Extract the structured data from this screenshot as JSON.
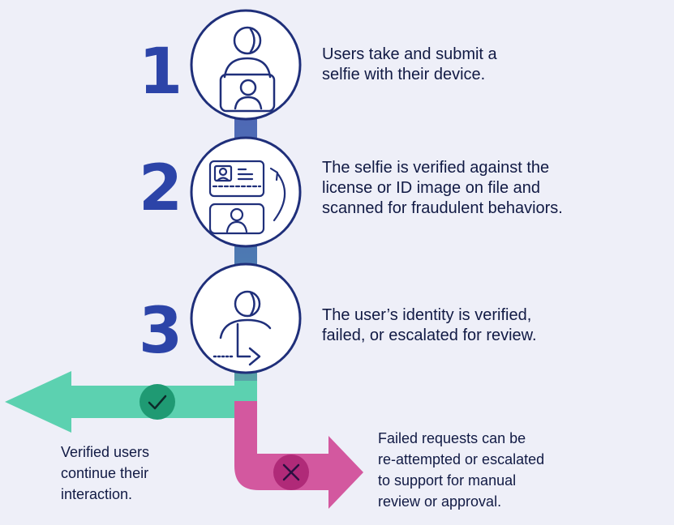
{
  "colors": {
    "background": "#eeeff8",
    "navy": "#1f2f7a",
    "number": "#2c44a8",
    "stem_top": "#4f64b6",
    "stem_mid": "#4d79b2",
    "stem_low": "#5aa9a5",
    "success_arrow": "#5cd1b0",
    "success_badge": "#1f9a73",
    "fail_arrow": "#d3589f",
    "fail_badge": "#b02a78",
    "text": "#111a44"
  },
  "steps": [
    {
      "number": "1",
      "icon": "person-selfie-phone-icon",
      "text": "Users take and submit a\nselfie with their device."
    },
    {
      "number": "2",
      "icon": "id-card-compare-icon",
      "text": "The selfie is verified against the\nlicense or ID image on file and\nscanned for fraudulent behaviors."
    },
    {
      "number": "3",
      "icon": "person-arrow-icon",
      "text": "The user’s identity is verified,\nfailed, or escalated for review."
    }
  ],
  "outcomes": {
    "success": {
      "icon": "check-icon",
      "text": "Verified users\ncontinue their\ninteraction."
    },
    "failure": {
      "icon": "x-icon",
      "text": "Failed requests can be\nre-attempted or escalated\nto support for manual\nreview or approval."
    }
  }
}
